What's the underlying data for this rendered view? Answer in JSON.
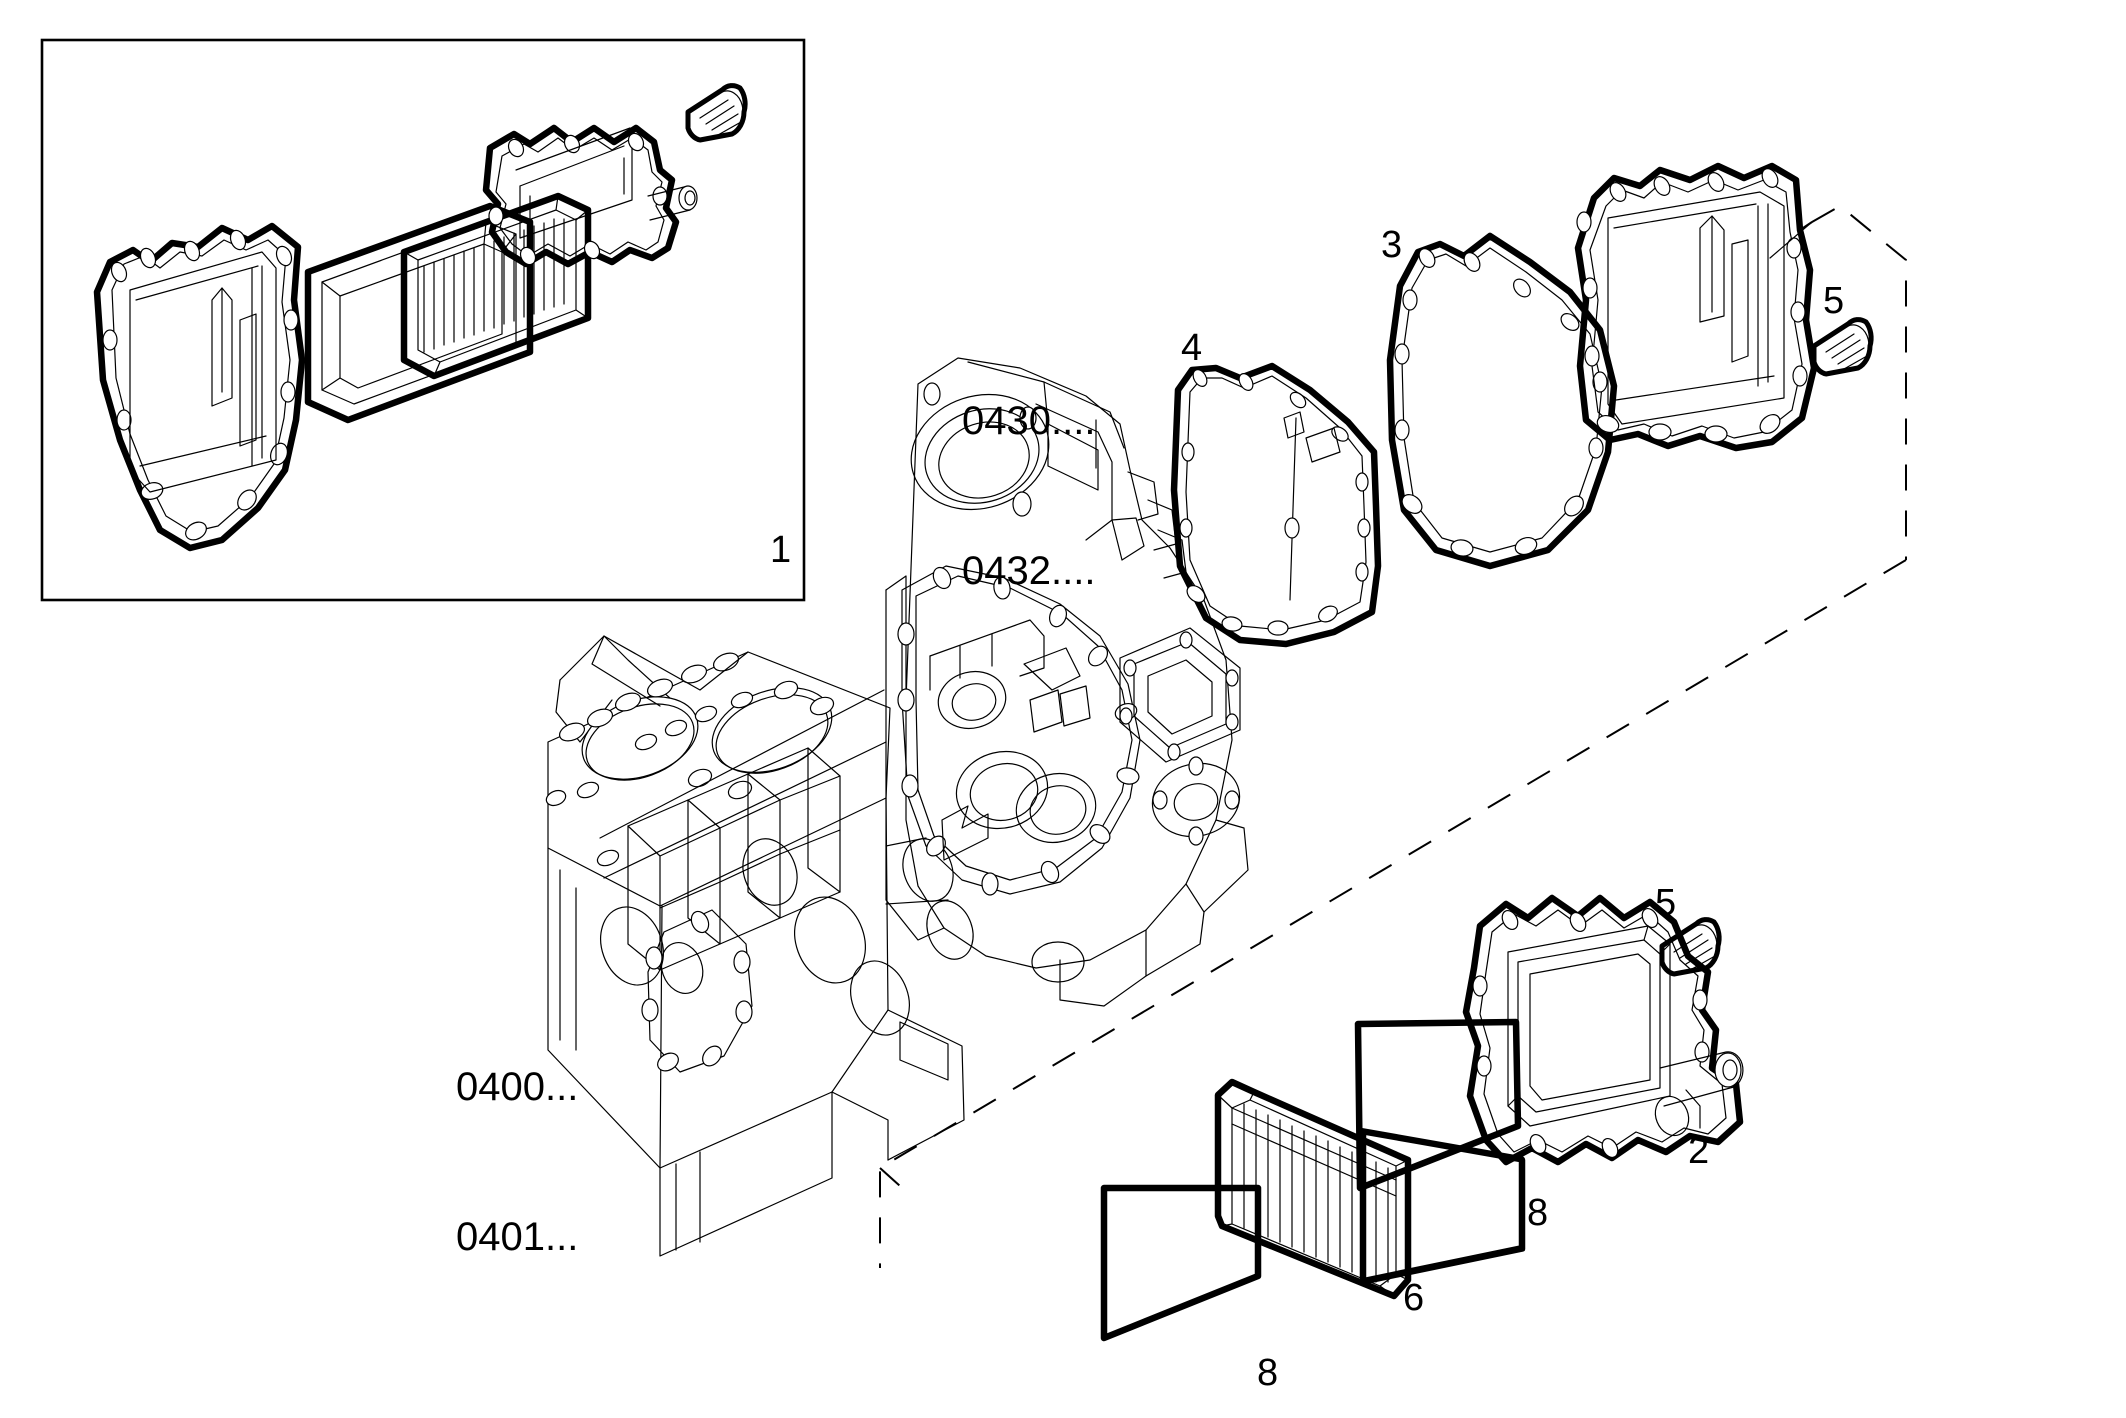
{
  "diagram": {
    "title": "Engine exploded parts diagram",
    "type": "exploded-assembly-line-drawing",
    "background_color": "#ffffff",
    "line_color": "#000000",
    "inset_box": {
      "label": "1",
      "description": "Detail callout box containing cover, gasket, heat exchanger core and cover housing with bolt"
    },
    "reference_labels": [
      {
        "id": "ref-0430",
        "text": "0430...."
      },
      {
        "id": "ref-0432",
        "text": "0432...."
      },
      {
        "id": "ref-0400",
        "text": "0400..."
      },
      {
        "id": "ref-0401",
        "text": "0401..."
      }
    ],
    "item_numbers": [
      {
        "id": "item-1",
        "text": "1",
        "part": "cover assembly detail box"
      },
      {
        "id": "item-2",
        "text": "2",
        "part": "oil cooler cover housing with nozzle"
      },
      {
        "id": "item-3",
        "text": "3",
        "part": "timing cover gasket"
      },
      {
        "id": "item-4",
        "text": "4",
        "part": "timing housing gasket"
      },
      {
        "id": "item-5-top",
        "text": "5",
        "part": "hex head bolt"
      },
      {
        "id": "item-5-bottom",
        "text": "5",
        "part": "hex head bolt"
      },
      {
        "id": "item-6",
        "text": "6",
        "part": "heat exchanger / oil cooler core"
      },
      {
        "id": "item-8-left",
        "text": "8",
        "part": "flat gasket"
      },
      {
        "id": "item-8-right",
        "text": "8",
        "part": "flat gasket"
      }
    ],
    "parts": {
      "engine_block": "cylinder block with bores and webbing",
      "timing_housing": "timing gear housing casting",
      "cover_plate": "bolt flange cover plate",
      "gaskets": "perimeter gaskets with bolt holes",
      "bolts": "hex head flange bolts",
      "cooler_core": "finned oil cooler core"
    }
  }
}
